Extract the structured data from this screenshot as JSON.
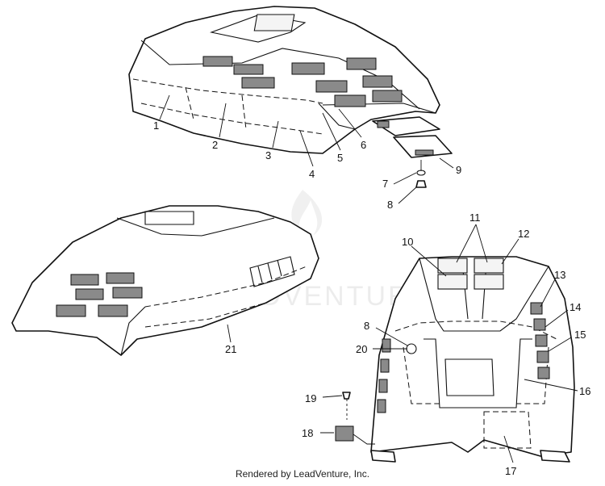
{
  "watermark": "LEADVENTURE",
  "footer": "Rendered by LeadVenture, Inc.",
  "callouts": {
    "c1": "1",
    "c2": "2",
    "c3": "3",
    "c4": "4",
    "c5": "5",
    "c6": "6",
    "c7": "7",
    "c8a": "8",
    "c8b": "8",
    "c9": "9",
    "c10": "10",
    "c11": "11",
    "c12": "12",
    "c13": "13",
    "c14": "14",
    "c15": "15",
    "c16": "16",
    "c17": "17",
    "c18": "18",
    "c19": "19",
    "c20": "20",
    "c21": "21"
  }
}
